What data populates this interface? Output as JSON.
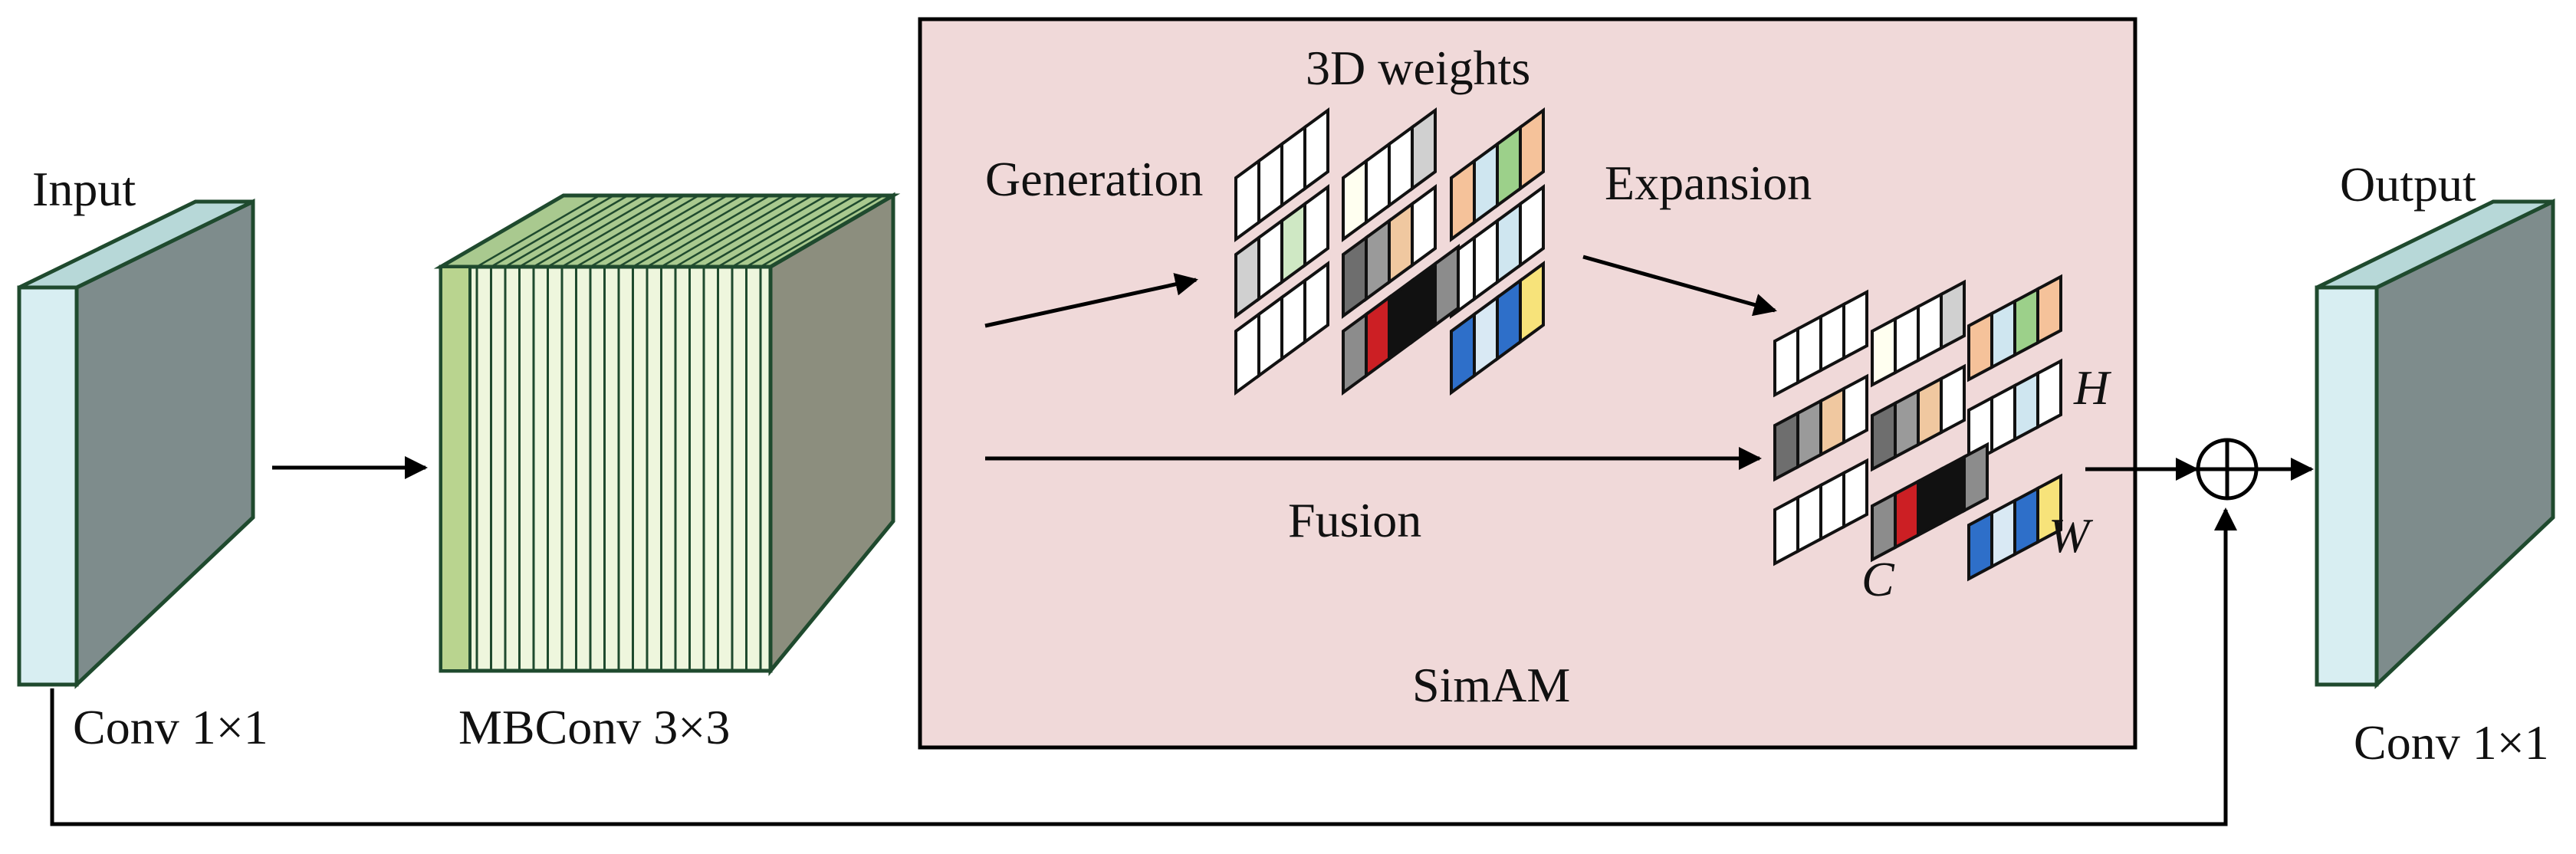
{
  "labels": {
    "input": "Input",
    "output": "Output",
    "conv_left": "Conv 1×1",
    "mbconv": "MBConv 3×3",
    "conv_right": "Conv 1×1",
    "weights_3d": "3D weights",
    "generation": "Generation",
    "expansion": "Expansion",
    "fusion": "Fusion",
    "simam": "SimAM",
    "axis_h": "H",
    "axis_w": "W",
    "axis_c": "C"
  },
  "colors": {
    "outline": "#1f4a2e",
    "arrow": "#000000",
    "simam_bg": "#f0d9d9",
    "conv_front": "#d8eef2",
    "conv_side": "#7e8c8c",
    "conv_top": "#b7d8d8",
    "mbconv_front": "#eef6dd",
    "mbconv_side": "#8c8e7e",
    "mbconv_top": "#a9c98f"
  }
}
